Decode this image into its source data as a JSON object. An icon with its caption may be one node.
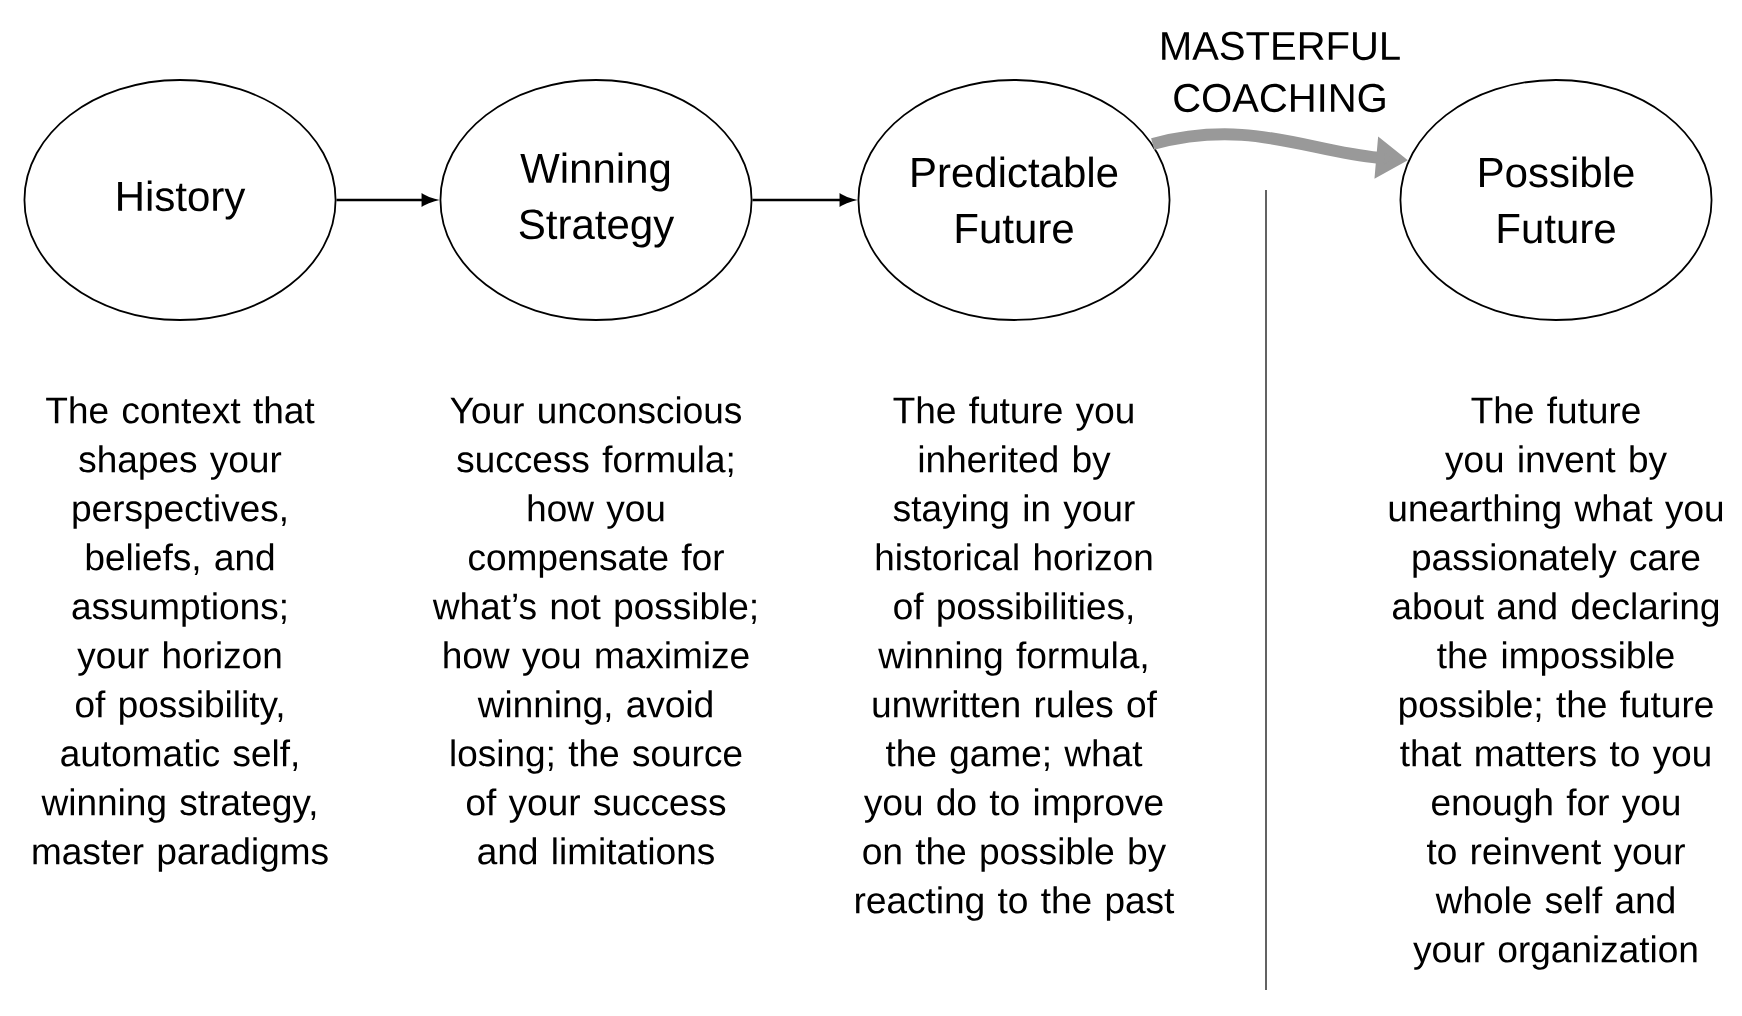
{
  "diagram": {
    "nodes": [
      {
        "text": [
          "History"
        ],
        "beside": [
          "The context that shapes your perspectives, beliefs, and assumptions; your horizon of possibility, automatic self, winning strategy, master paradigms"
        ]
      },
      {
        "text": [
          "Winning Strategy"
        ],
        "beside": [
          "Your unconscious success formula; how you compensate for what’s not possible; how you maximize winning, avoid losing; the source of your success and limitations"
        ]
      },
      {
        "text": [
          "Predictable Future"
        ],
        "beside": [
          "The future you inherited by staying in your historical horizon of possibilities, winning formula, unwritten rules of the game; what you do to improve on the possible by reacting to the past"
        ]
      },
      {
        "text": [
          "Possible Future"
        ],
        "beside": [
          "The future you invent by unearthing what you passionately care about and declaring the impossible possible; the future that matters to you enough for you to reinvent your whole self and your organization"
        ]
      }
    ],
    "edges": [
      {
        "from": 0,
        "to": 1,
        "arrow": "to"
      },
      {
        "from": 1,
        "to": 2,
        "arrow": "to"
      },
      {
        "from": 2,
        "to": 3,
        "arrow": "to",
        "label": "MASTERFUL COACHING",
        "style": "thick",
        "color": "#999999"
      }
    ]
  }
}
